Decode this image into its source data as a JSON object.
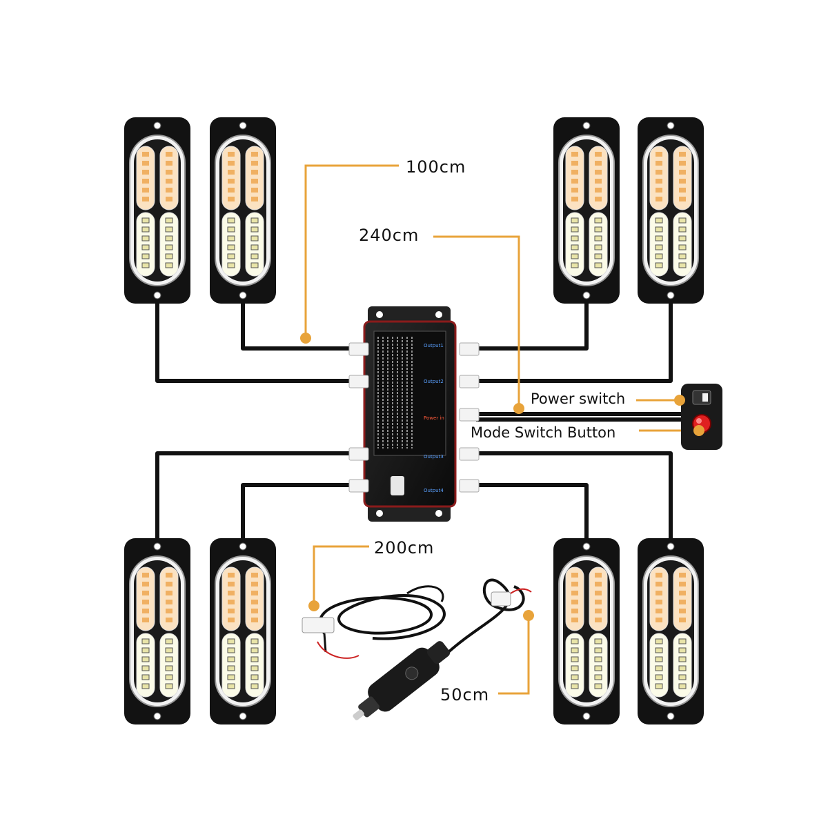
{
  "labels": {
    "len_100": "100cm",
    "len_240": "240cm",
    "len_200": "200cm",
    "len_50": "50cm",
    "power_switch": "Power switch",
    "mode_switch": "Mode Switch  Button"
  },
  "controller": {
    "output1": "Output1",
    "output2": "Output2",
    "power_in": "Power in",
    "output3": "Output3",
    "output4": "Output4"
  },
  "colors": {
    "leader": "#E8A33A",
    "cable": "#111111",
    "amber_led": "#F0B062",
    "white_led": "#F4F1C8",
    "housing": "#121212",
    "switch_red": "#E02020"
  }
}
